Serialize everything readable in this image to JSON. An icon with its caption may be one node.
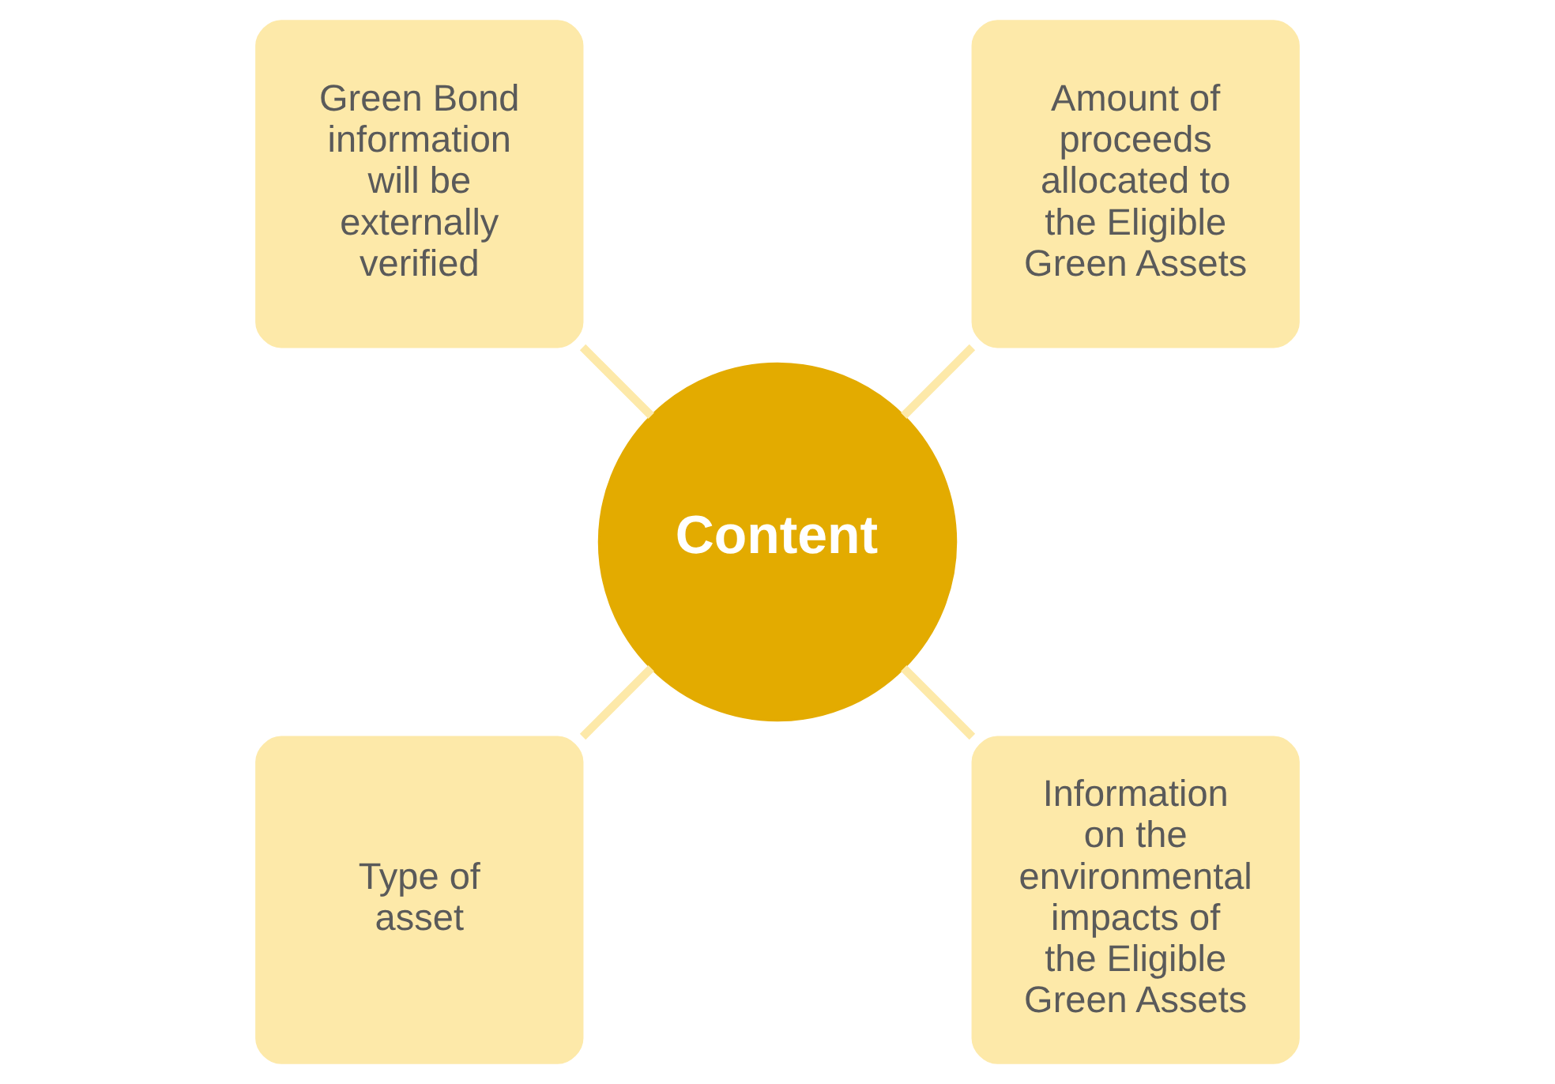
{
  "diagram": {
    "nodes": [
      {
        "text": [
          "Amount of proceeds allocated to the Eligible Green Assets"
        ]
      },
      {
        "text": [
          "Green Bond information will be externally verified"
        ]
      },
      {
        "text": [
          "Content"
        ]
      },
      {
        "text": [
          "Type of asset"
        ]
      },
      {
        "text": [
          "Information on the environmental impacts of the Eligible Green Assets"
        ]
      }
    ],
    "edges": [
      {
        "from": 2,
        "to": 0,
        "arrow": "none"
      },
      {
        "from": 2,
        "to": 1,
        "arrow": "none"
      },
      {
        "from": 2,
        "to": 3,
        "arrow": "none"
      },
      {
        "from": 2,
        "to": 4,
        "arrow": "none"
      }
    ]
  }
}
